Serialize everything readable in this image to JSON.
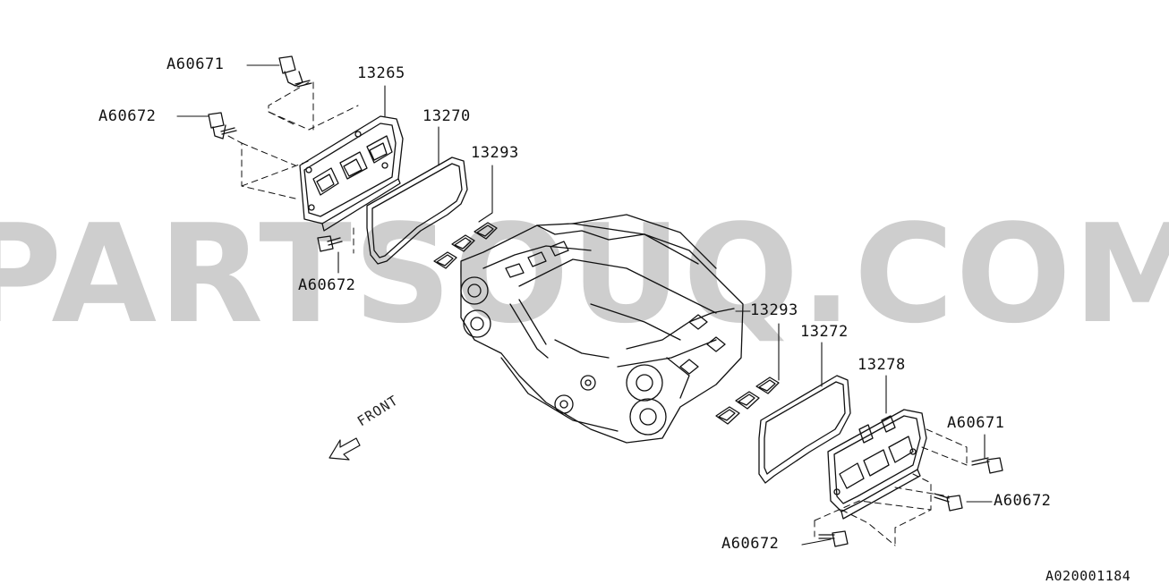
{
  "watermark": "PARTSOUQ.COM",
  "diagram_id": "A020001184",
  "front_label": "FRONT",
  "callouts": {
    "bolt_top_left_a": "A60671",
    "bolt_top_left_b": "A60672",
    "bolt_bottom_left": "A60672",
    "cover_left": "13265",
    "gasket_left": "13270",
    "seal_left": "13293",
    "seal_right": "13293",
    "gasket_right": "13272",
    "cover_right": "13278",
    "bolt_right_a": "A60671",
    "bolt_right_b": "A60672",
    "bolt_right_c": "A60672"
  }
}
